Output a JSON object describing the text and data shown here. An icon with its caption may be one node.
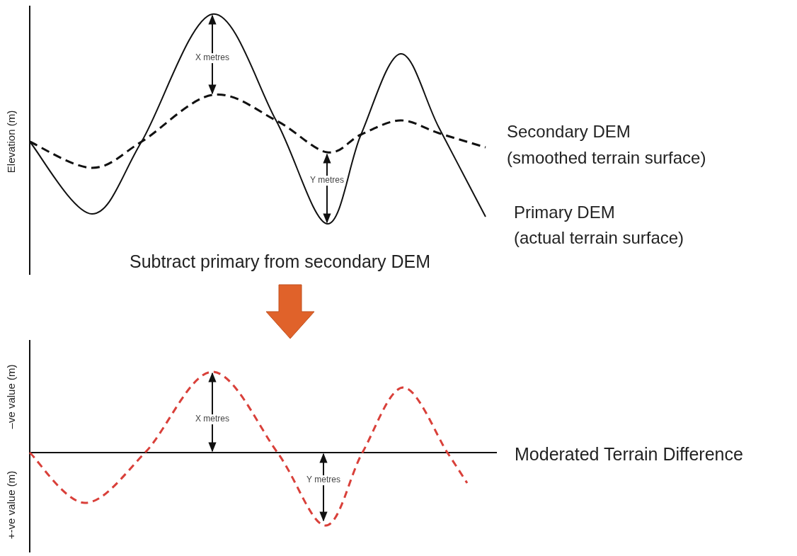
{
  "diagram": {
    "labels": [
      "X metres",
      "Elevation (m)",
      "Secondary DEM",
      "(smoothed terrain surface)",
      "Y metres",
      "Primary DEM",
      "(actual terrain surface)",
      "Subtract primary from secondary DEM",
      "–ve value (m)",
      "X metres",
      "Moderated Terrain Difference",
      "Y metres",
      "+-ve value (m)"
    ]
  }
}
